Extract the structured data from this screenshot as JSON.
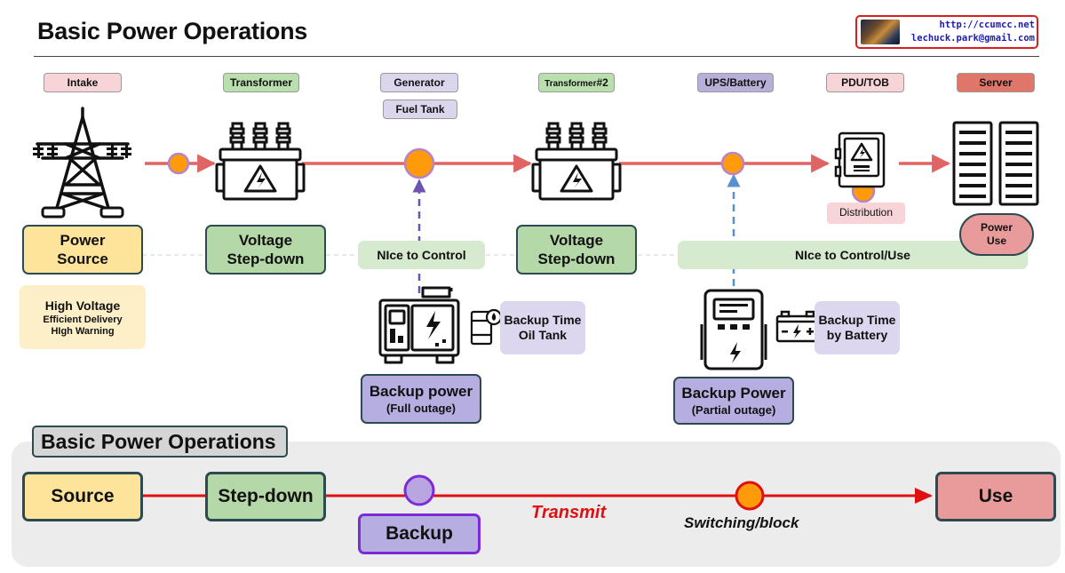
{
  "title": "Basic Power Operations",
  "brand": {
    "url": "http://ccumcc.net",
    "email": "lechuck.park@gmail.com"
  },
  "stages": {
    "intake": "Intake",
    "transformer": "Transformer",
    "generator": "Generator",
    "fuel_tank": "Fuel Tank",
    "transformer2_main": "Transformer",
    "transformer2_suffix": "#2",
    "ups": "UPS/Battery",
    "pdu": "PDU/TOB",
    "server": "Server"
  },
  "boxes": {
    "power_source": [
      "Power",
      "Source"
    ],
    "step_down_1": [
      "Voltage",
      "Step-down"
    ],
    "step_down_2": [
      "Voltage",
      "Step-down"
    ],
    "power_use": [
      "Power",
      "Use"
    ],
    "backup_full": [
      "Backup power",
      "(Full outage)"
    ],
    "backup_partial": [
      "Backup Power",
      "(Partial outage)"
    ]
  },
  "notes": {
    "high_voltage": [
      "High Voltage",
      "Efficient Delivery",
      "HIgh Warning"
    ],
    "nice_control": "NIce to Control",
    "nice_control_use": "NIce to Control/Use",
    "oil_tank": [
      "Backup Time",
      "Oil Tank"
    ],
    "battery": [
      "Backup Time",
      "by Battery"
    ],
    "distribution": "Distribution"
  },
  "icons": [
    "transmission-tower-icon",
    "transformer-icon",
    "generator-icon",
    "oil-drum-icon",
    "ups-icon",
    "battery-icon",
    "pdu-cabinet-icon",
    "server-rack-icon"
  ],
  "bottom": {
    "title": "Basic Power Operations",
    "source": "Source",
    "step_down": "Step-down",
    "backup": "Backup",
    "use": "Use",
    "transmit": "Transmit",
    "switching": "Switching/block"
  },
  "colors": {
    "flow_line": "#e06464",
    "node_orange": "#ff9a0a",
    "node_ring": "#b884c8",
    "generator_link": "#6b55b0",
    "ups_link": "#5b8fd4",
    "bottom_line": "#e01010",
    "backup_node": "#b9a6e0"
  }
}
